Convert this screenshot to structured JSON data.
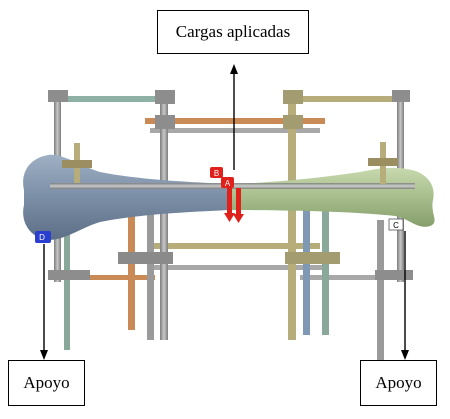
{
  "labels": {
    "load": "Cargas aplicadas",
    "support_left": "Apoyo",
    "support_right": "Apoyo"
  },
  "markers": {
    "load_a": "A",
    "load_b": "B",
    "support_c": "C",
    "support_d": "D"
  },
  "colors": {
    "bone_left": "#7a8ea6",
    "bone_right": "#a7be8c",
    "load_marker": "#e0211b",
    "support_marker_left": "#2b3fcf",
    "support_marker_right": "#ffffff",
    "rod_gray": "#9a9a9a",
    "rod_green": "#8aa89a",
    "rod_orange": "#c98a55",
    "rod_olive": "#b7ad7a"
  }
}
